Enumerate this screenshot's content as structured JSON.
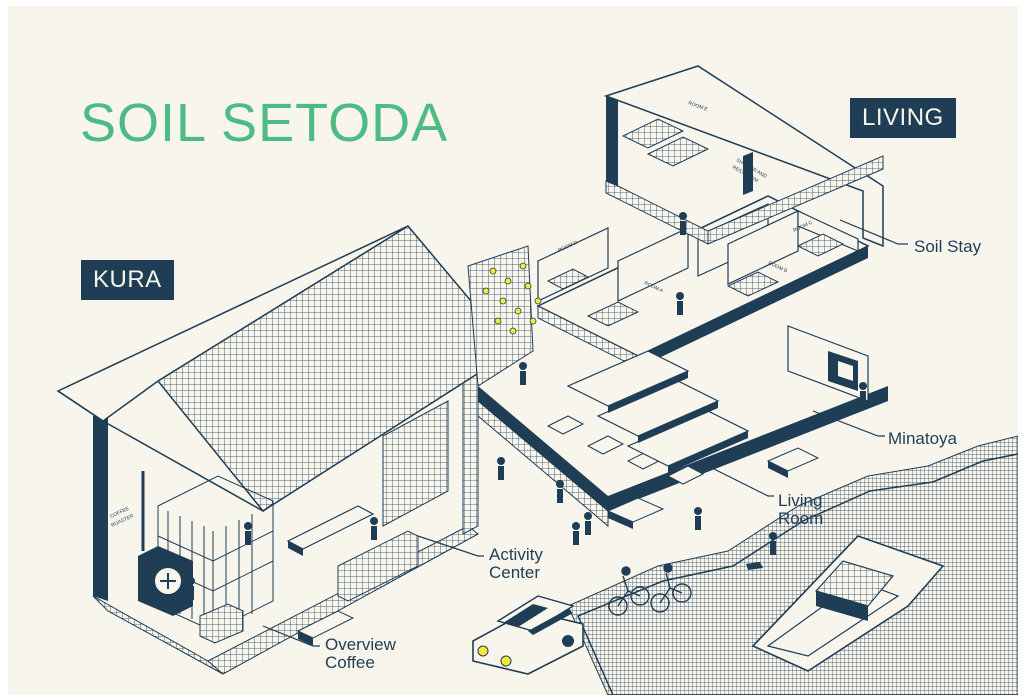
{
  "title": "SOIL SETODA",
  "tags": {
    "living": "LIVING",
    "kura": "KURA"
  },
  "labels": {
    "soil_stay": "Soil Stay",
    "minatoya": "Minatoya",
    "living_room_1": "Living",
    "living_room_2": "Room",
    "activity_1": "Activity",
    "activity_2": "Center",
    "overview_1": "Overview",
    "overview_2": "Coffee"
  },
  "room_labels": {
    "room_e": "ROOM E",
    "room_d": "ROOM D",
    "room_c": "ROOM C",
    "room_b": "ROOM B",
    "room_a": "ROOM A",
    "shower_1": "SHOWER AND",
    "shower_2": "RESTROOM",
    "roaster_1": "COFFEE",
    "roaster_2": "ROASTER"
  },
  "colors": {
    "navy": "#1f3d55",
    "background": "#f7f5ec",
    "title_green": "#4dbb83",
    "light_yellow": "#f4ea3b"
  }
}
